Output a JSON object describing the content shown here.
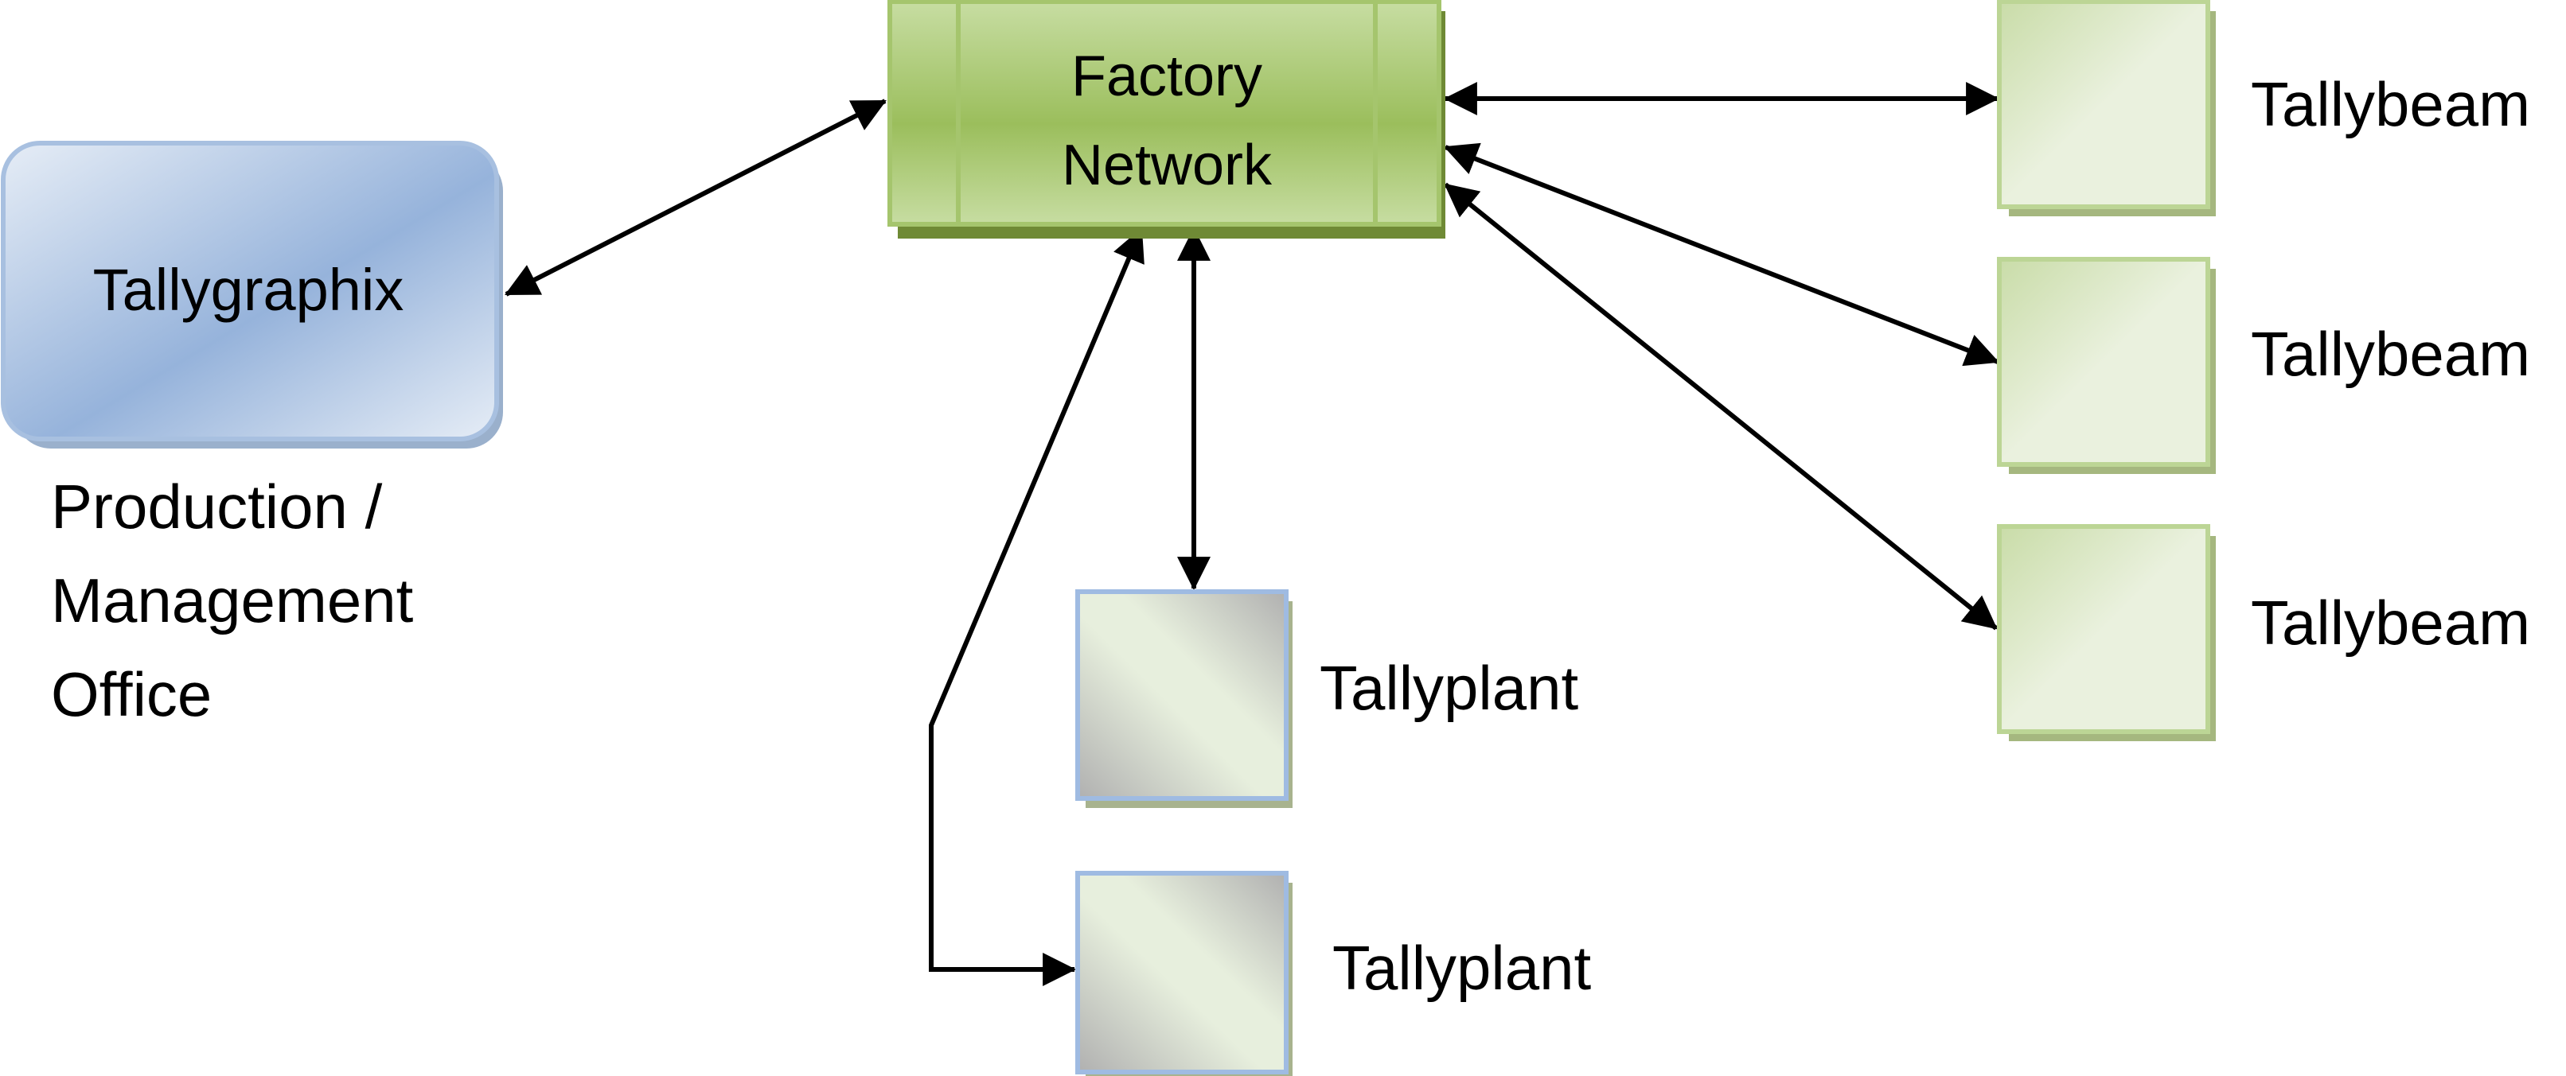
{
  "colors": {
    "network_fill_light": "#c7dda2",
    "network_fill_dark": "#9bbe5c",
    "network_border": "#a5c56d",
    "network_shadow": "#6f8a35",
    "graphix_fill_light": "#e6edf6",
    "graphix_fill_dark": "#96b3db",
    "graphix_border": "#a8c0e0",
    "tallybeam_fill_light": "#eaf1de",
    "tallybeam_fill_dark": "#c9dca8",
    "tallybeam_border": "#bcd595",
    "tallyplant_fill_light": "#e7efdd",
    "tallyplant_fill_dark": "#b0b0b0",
    "tallyplant_border": "#9fbbe2",
    "connector": "#000000"
  },
  "factory_network": {
    "line1": "Factory",
    "line2": "Network",
    "icon": "network-bus-node"
  },
  "tallygraphix": {
    "label": "Tallygraphix",
    "caption_lines": [
      "Production /",
      "Management",
      "Office"
    ]
  },
  "tallybeams": [
    {
      "label": "Tallybeam"
    },
    {
      "label": "Tallybeam"
    },
    {
      "label": "Tallybeam"
    }
  ],
  "tallyplants": [
    {
      "label": "Tallyplant"
    },
    {
      "label": "Tallyplant"
    }
  ],
  "connectors": [
    {
      "from": "Factory Network",
      "to": "Tallygraphix",
      "direction": "bidirectional"
    },
    {
      "from": "Factory Network",
      "to": "Tallybeam 1",
      "direction": "bidirectional"
    },
    {
      "from": "Factory Network",
      "to": "Tallybeam 2",
      "direction": "bidirectional"
    },
    {
      "from": "Factory Network",
      "to": "Tallybeam 3",
      "direction": "bidirectional"
    },
    {
      "from": "Factory Network",
      "to": "Tallyplant 1",
      "direction": "bidirectional"
    },
    {
      "from": "Factory Network",
      "to": "Tallyplant 2",
      "direction": "bidirectional"
    }
  ]
}
